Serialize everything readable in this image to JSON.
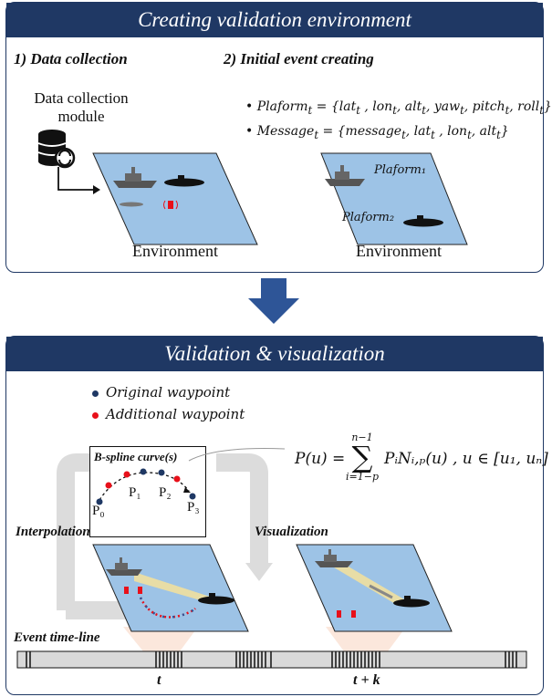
{
  "colors": {
    "navy": "#1f3864",
    "env_blue": "#9dc3e6",
    "red": "#e8101a",
    "arrow": "#2e5597",
    "beam": "#f6e29a",
    "grey": "#d9d9d9"
  },
  "top": {
    "title": "Creating validation environment",
    "section1": "1) Data collection",
    "section2": "2) Initial event creating",
    "module_label_line1": "Data collection",
    "module_label_line2": "module",
    "bullet_platform": "• Plaform_t = {lat_t , lon_t, alt_t, yaw_t, pitch_t, roll_t}",
    "bullet_message": "• Message_t = {message_t, lat_t , lon_t, alt_t}",
    "env_label_left": "Environment",
    "env_label_right": "Environment",
    "platform1": "Plaform₁",
    "platform2": "Plaform₂"
  },
  "bottom": {
    "title": "Validation & visualization",
    "legend_original": "Original waypoint",
    "legend_additional": "Additional waypoint",
    "curve_title": "B-spline curve(s)",
    "p0": "P₀",
    "p1": "P₁",
    "p2": "P₂",
    "p3": "P₃",
    "formula_lhs": "P(u) =",
    "formula_sum_top": "n−1",
    "formula_sum_bottom": "i=1−p",
    "formula_rhs": "PᵢNᵢ,ₚ(u) , u ∈ [u₁, uₙ]",
    "interpolation": "Interpolation",
    "visualization": "Visualization",
    "timeline_label": "Event time-line",
    "tick_t": "t",
    "tick_tk": "t + k"
  },
  "icons": [
    "database-sync-icon",
    "warship-icon",
    "submarine-icon",
    "torpedo-icon",
    "message-signal-icon",
    "down-arrow-icon",
    "cycle-arrow-icon"
  ]
}
